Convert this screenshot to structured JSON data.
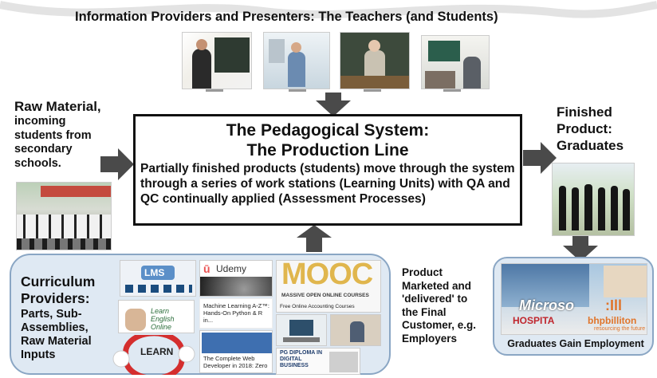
{
  "top_title": "Information Providers and Presenters: The Teachers (and Students)",
  "raw_material": {
    "heading": "Raw Material,",
    "body": "incoming students from secondary schools."
  },
  "center": {
    "title_line1": "The Pedagogical System:",
    "title_line2": "The Production Line",
    "body": "Partially finished products (students) move through the system through a series of work stations (Learning Units) with QA and QC continually applied (Assessment Processes)"
  },
  "finished": {
    "heading": "Finished Product: Graduates"
  },
  "curriculum": {
    "heading": "Curriculum Providers:",
    "body": "Parts, Sub-Assemblies, Raw Material Inputs",
    "collage_labels": {
      "lms": "LMS",
      "udemy": "Udemy",
      "mooc": "MOOC",
      "mooc_sub": "MASSIVE OPEN ONLINE COURSES",
      "learn_english": "Learn English Online",
      "learn": "LEARN",
      "ml_course": "Machine Learning A-Z™: Hands-On Python & R in...",
      "web_course": "The Complete Web Developer in 2018: Zero ...",
      "free_courses": "Free Online Accounting Courses",
      "pg_diploma": "PG DIPLOMA IN DIGITAL BUSINESS"
    }
  },
  "product_marketed": "Product Marketed and 'delivered' to the Final Customer, e.g. Employers",
  "employment": {
    "caption": "Graduates Gain Employment",
    "logo1": "Microso",
    "logo2": "HOSPITA",
    "logo3": "bhpbilliton",
    "logo3_sub": "resourcing the future"
  },
  "colors": {
    "arrow": "#4a4a4a",
    "box_border": "#111111",
    "panel_bg": "#dfe9f3",
    "panel_border": "#8aa6c4"
  }
}
